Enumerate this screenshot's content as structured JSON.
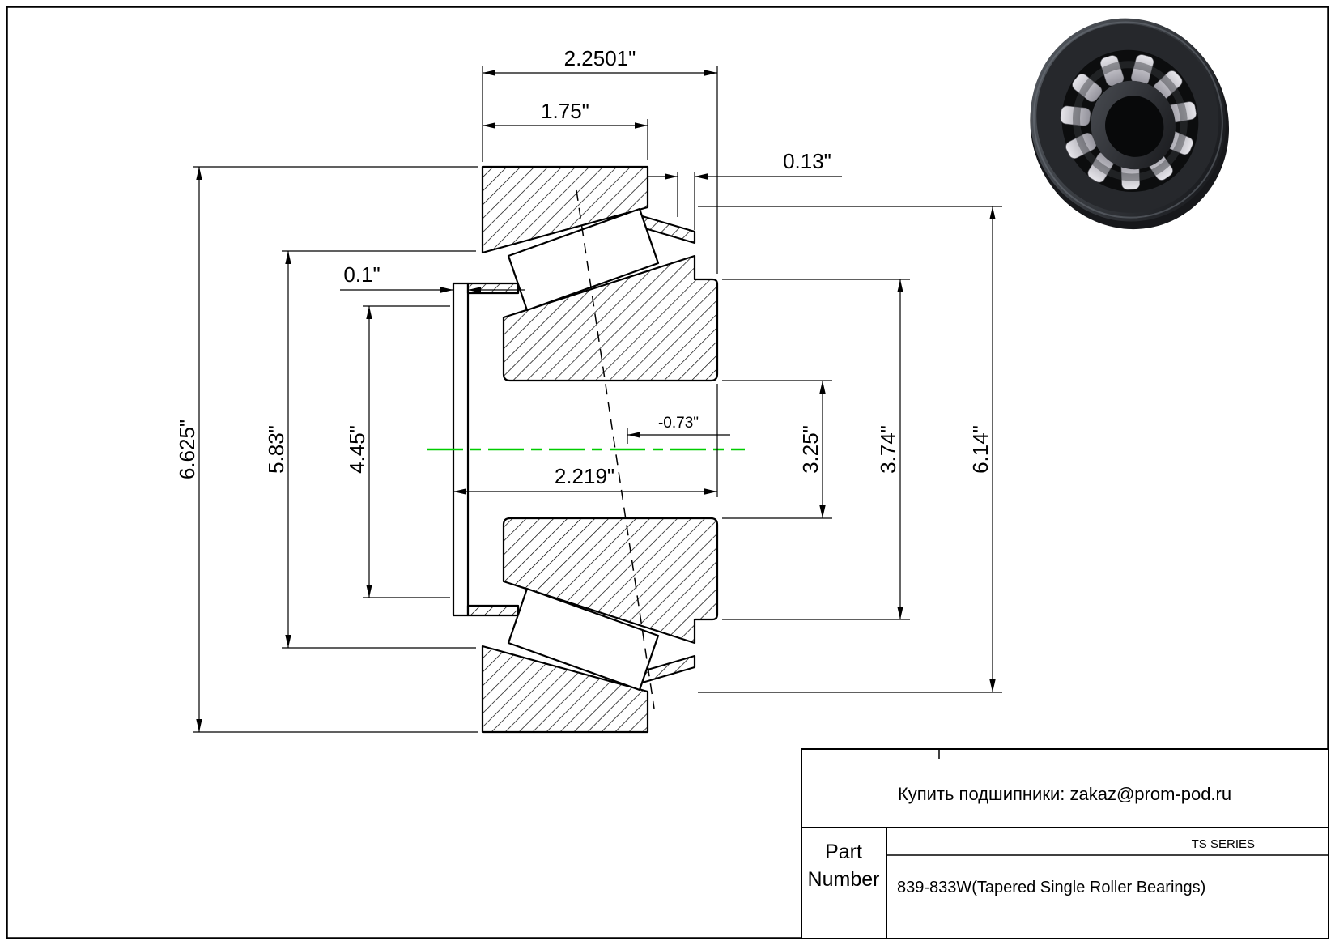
{
  "dims": {
    "h_top_outer": "2.2501\"",
    "h_top_inner": "1.75\"",
    "h_small_right": "0.13\"",
    "h_small_left": "0.1\"",
    "v_far_left": "6.625\"",
    "v_left_mid": "5.83\"",
    "v_left_inner": "4.45\"",
    "h_center": "2.219\"",
    "h_center_offset": "-0.73\"",
    "v_right_inner": "3.25\"",
    "v_right_mid": "3.74\"",
    "v_far_right": "6.14\""
  },
  "title_block": {
    "contact": "Купить подшипники: zakaz@prom-pod.ru",
    "series_label": "TS SERIES",
    "part_label": [
      "Part",
      "Number"
    ],
    "part_name": "839-833W(Tapered Single Roller Bearings)"
  },
  "colors": {
    "center_line": "#00cc00"
  }
}
